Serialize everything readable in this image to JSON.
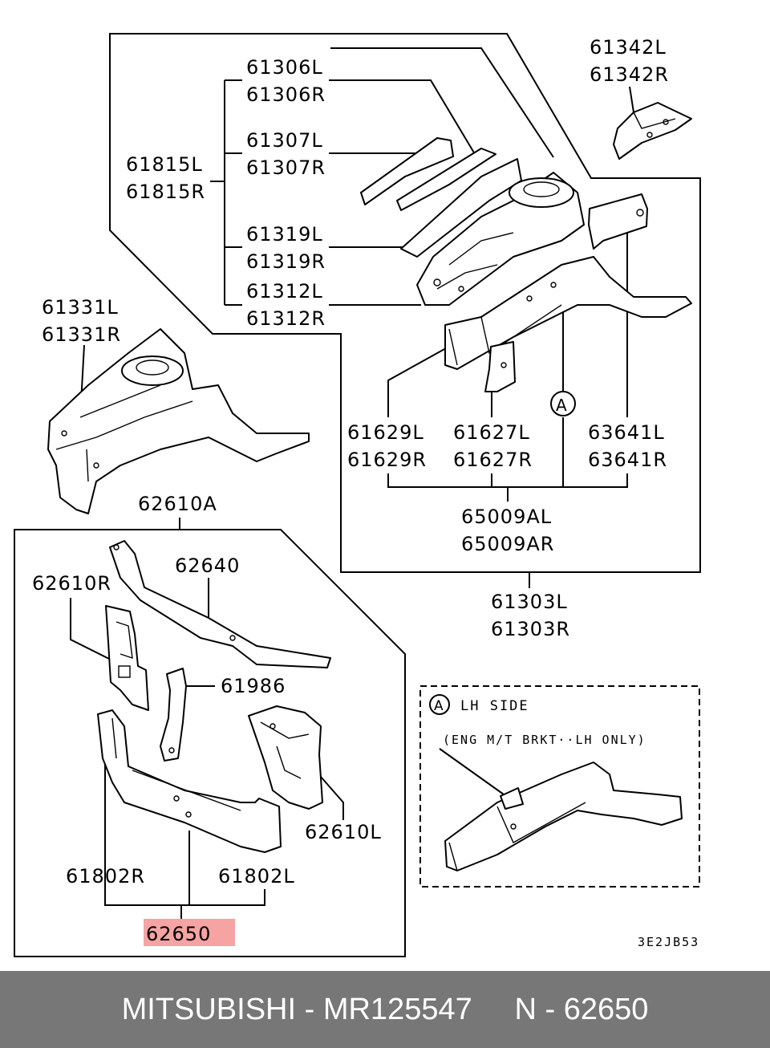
{
  "parts": {
    "p61342": [
      "61342L",
      "61342R"
    ],
    "p61306": [
      "61306L",
      "61306R"
    ],
    "p61307": [
      "61307L",
      "61307R"
    ],
    "p61815": [
      "61815L",
      "61815R"
    ],
    "p61319": [
      "61319L",
      "61319R"
    ],
    "p61312": [
      "61312L",
      "61312R"
    ],
    "p61331": [
      "61331L",
      "61331R"
    ],
    "p61629": [
      "61629L",
      "61629R"
    ],
    "p61627": [
      "61627L",
      "61627R"
    ],
    "p63641": [
      "63641L",
      "63641R"
    ],
    "p65009": [
      "65009AL",
      "65009AR"
    ],
    "p61303": [
      "61303L",
      "61303R"
    ],
    "p62610A": "62610A",
    "p62640": "62640",
    "p62610R": "62610R",
    "p61986": "61986",
    "p62610L": "62610L",
    "p61802R": "61802R",
    "p61802L": "61802L",
    "p62650": "62650"
  },
  "callout_a": "A",
  "detail_panel": {
    "marker": "A",
    "title": "LH SIDE",
    "note": "(ENG M/T BRKT··LH ONLY)"
  },
  "diagram_code": "3E2JB53",
  "footer_text": "MITSUBISHI - MR125547     N - 62650",
  "colors": {
    "highlight": "#f5a3a3",
    "footer_bg": "#777777",
    "footer_text": "#ffffff"
  }
}
